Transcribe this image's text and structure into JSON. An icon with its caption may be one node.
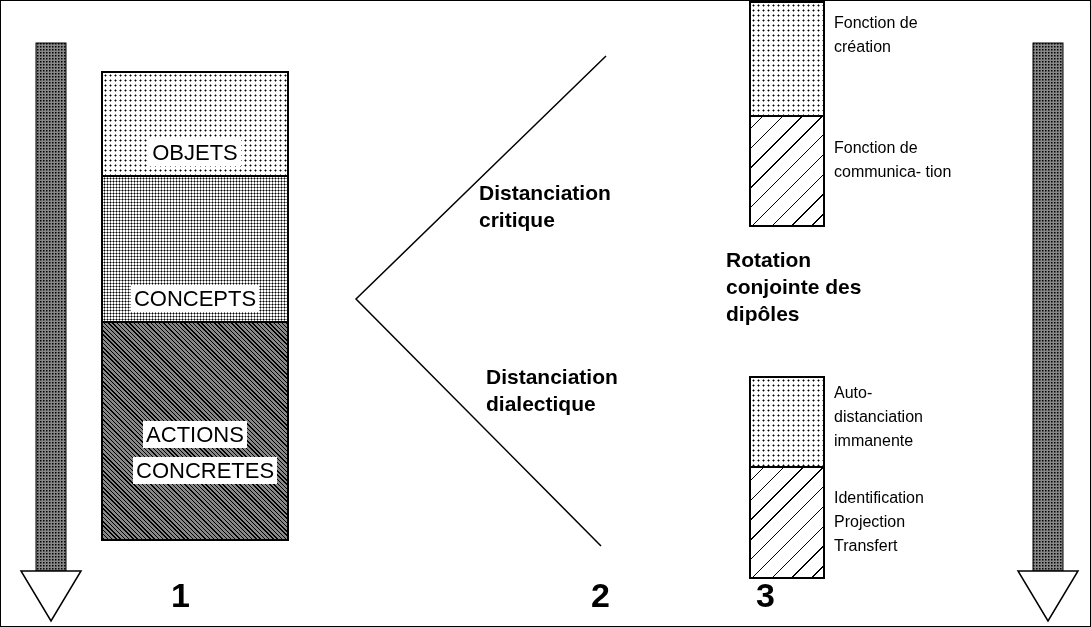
{
  "diagram": {
    "nodes": [
      {
        "text": [
          "OBJETS"
        ]
      },
      {
        "text": [
          "CONCEPTS"
        ]
      },
      {
        "text": [
          "ACTIONS CONCRETES"
        ]
      },
      {
        "text": [],
        "shape": "box",
        "beside": [
          "Fonction de création"
        ]
      },
      {
        "text": [],
        "shape": "box",
        "beside": [
          "Fonction de communica- tion"
        ]
      },
      {
        "text": [],
        "shape": "box",
        "beside": [
          "Auto- distanciation immanente"
        ]
      },
      {
        "text": [],
        "shape": "box",
        "beside": [
          "Identification Projection Transfert"
        ]
      }
    ],
    "labels": [
      "Distanciation critique",
      "Distanciation dialectique",
      "Rotation conjointe des dipôles",
      "1",
      "2",
      "3"
    ]
  }
}
